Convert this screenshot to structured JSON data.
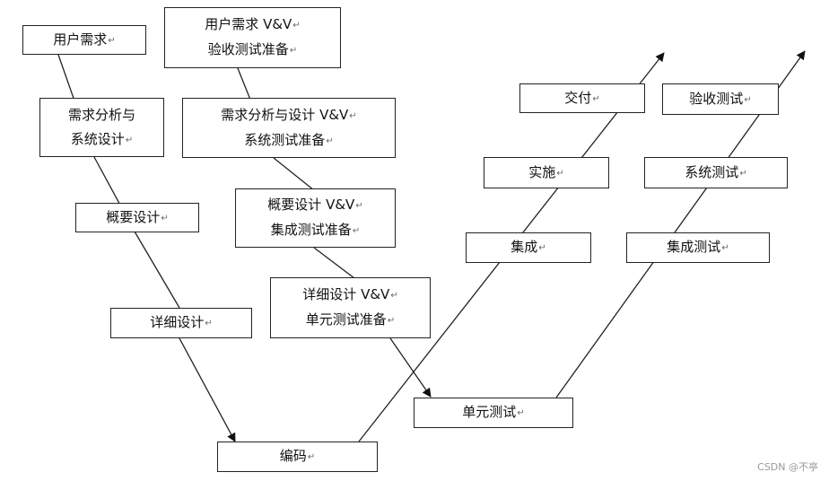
{
  "boxes": {
    "user_req": {
      "lines": [
        "用户需求"
      ]
    },
    "req_analysis": {
      "lines": [
        "需求分析与",
        "系统设计"
      ]
    },
    "overview_design": {
      "lines": [
        "概要设计"
      ]
    },
    "detail_design": {
      "lines": [
        "详细设计"
      ]
    },
    "coding": {
      "lines": [
        "编码"
      ]
    },
    "user_req_vv": {
      "lines": [
        "用户需求 V&V",
        "验收测试准备"
      ]
    },
    "req_analysis_vv": {
      "lines": [
        "需求分析与设计 V&V",
        "系统测试准备"
      ]
    },
    "overview_vv": {
      "lines": [
        "概要设计 V&V",
        "集成测试准备"
      ]
    },
    "detail_vv": {
      "lines": [
        "详细设计 V&V",
        "单元测试准备"
      ]
    },
    "unit_test": {
      "lines": [
        "单元测试"
      ]
    },
    "integration": {
      "lines": [
        "集成"
      ]
    },
    "implementation": {
      "lines": [
        "实施"
      ]
    },
    "delivery": {
      "lines": [
        "交付"
      ]
    },
    "integration_test": {
      "lines": [
        "集成测试"
      ]
    },
    "system_test": {
      "lines": [
        "系统测试"
      ]
    },
    "acceptance_test": {
      "lines": [
        "验收测试"
      ]
    }
  },
  "paragraph_mark": "↵",
  "watermark": "CSDN @不亭"
}
